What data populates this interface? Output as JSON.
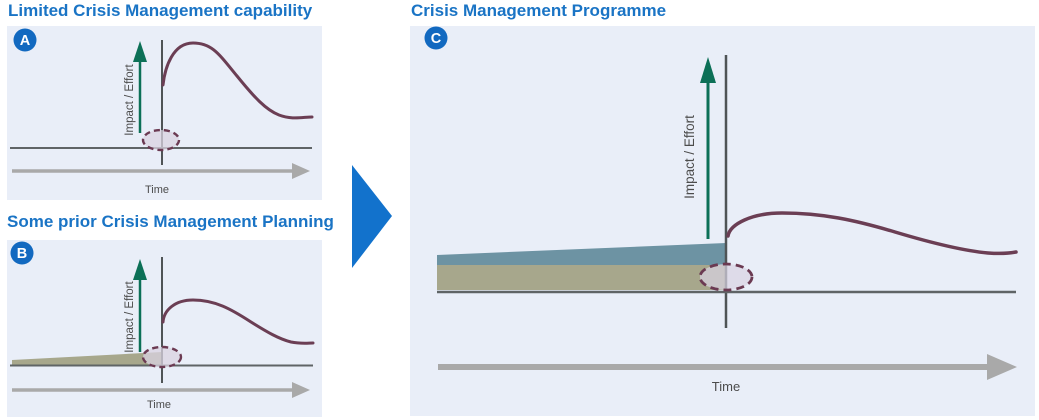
{
  "colors": {
    "title_blue": "#1a74c5",
    "badge_blue": "#1269c0",
    "panel_background": "#e9eef8",
    "transition_arrow_blue": "#1272cc",
    "impact_arrow_green": "#0c7057",
    "crisis_curve_maroon": "#6b3e54",
    "event_line_gray": "#4f5456",
    "baseline_gray": "#5f6466",
    "time_arrow_gray": "#a9a9a9",
    "wedge_olive": "#a7a78c",
    "wedge_teal": "#6d93a3",
    "ellipse_fill": "#d9d3e2",
    "ellipse_stroke": "#6b3a52",
    "axis_label_gray": "#4c4c4c"
  },
  "panels": {
    "a": {
      "badge": "A",
      "title": "Limited Crisis Management capability",
      "y_axis_label": "Impact / Effort",
      "x_axis_label": "Time"
    },
    "b": {
      "badge": "B",
      "title": "Some prior Crisis Management Planning",
      "y_axis_label": "Impact / Effort",
      "x_axis_label": "Time"
    },
    "c": {
      "badge": "C",
      "title": "Crisis Management Programme",
      "y_axis_label": "Impact / Effort",
      "x_axis_label": "Time"
    }
  }
}
